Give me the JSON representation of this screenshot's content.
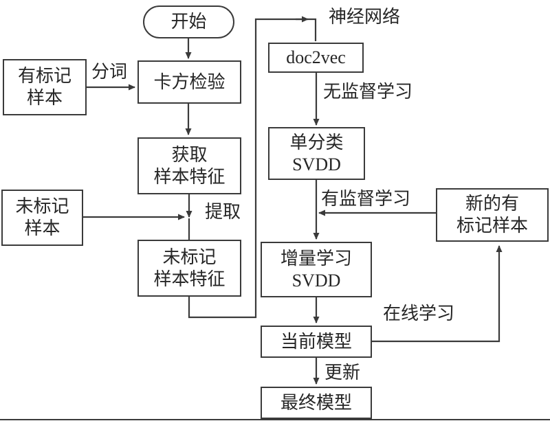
{
  "diagram": {
    "type": "flowchart",
    "colors": {
      "stroke": "#3a3a3a",
      "text": "#262626",
      "background": "#ffffff"
    },
    "nodes": {
      "start": {
        "label": "开始"
      },
      "labeled_samples": {
        "line1": "有标记",
        "line2": "样本"
      },
      "chi_square": {
        "label": "卡方检验"
      },
      "get_features": {
        "line1": "获取",
        "line2": "样本特征"
      },
      "unlabeled_samples": {
        "line1": "未标记",
        "line2": "样本"
      },
      "unlabeled_features": {
        "line1": "未标记",
        "line2": "样本特征"
      },
      "doc2vec": {
        "label": "doc2vec"
      },
      "one_class_svdd": {
        "line1": "单分类",
        "line2": "SVDD"
      },
      "incremental_svdd": {
        "line1": "增量学习",
        "line2": "SVDD"
      },
      "current_model": {
        "label": "当前模型"
      },
      "final_model": {
        "label": "最终模型"
      },
      "new_labeled_samples": {
        "line1": "新的有",
        "line2": "标记样本"
      }
    },
    "edge_labels": {
      "word_segmentation": "分词",
      "extract": "提取",
      "neural_network": "神经网络",
      "unsupervised_learning": "无监督学习",
      "supervised_learning": "有监督学习",
      "online_learning": "在线学习",
      "update": "更新"
    }
  }
}
